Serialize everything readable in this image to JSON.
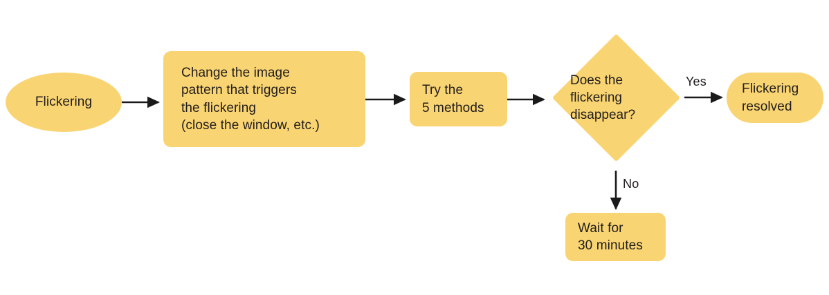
{
  "diagram": {
    "title": "Flickering troubleshooting flowchart",
    "type": "flowchart",
    "background_color": "#FFFFFF",
    "node_fill_color": "#F9D472",
    "text_color": "#201C1C",
    "connector_color": "#1A1A1A",
    "nodes": [
      {
        "id": "start",
        "shape": "ellipse",
        "label": "Flickering"
      },
      {
        "id": "change-pattern",
        "shape": "rounded-rectangle",
        "label": "Change the image\npattern that triggers\nthe flickering\n(close the window, etc.)"
      },
      {
        "id": "try-methods",
        "shape": "rounded-rectangle",
        "label": "Try the\n5 methods"
      },
      {
        "id": "decision",
        "shape": "diamond",
        "label": "Does the\nflickering\ndisappear?"
      },
      {
        "id": "resolved",
        "shape": "stadium",
        "label": "Flickering\nresolved"
      },
      {
        "id": "wait",
        "shape": "rounded-rectangle",
        "label": "Wait for\n30 minutes"
      }
    ],
    "edges": [
      {
        "id": "start-to-change",
        "from": "start",
        "to": "change-pattern",
        "label": "",
        "direction": "right"
      },
      {
        "id": "change-to-try",
        "from": "change-pattern",
        "to": "try-methods",
        "label": "",
        "direction": "right"
      },
      {
        "id": "try-to-decision",
        "from": "try-methods",
        "to": "decision",
        "label": "",
        "direction": "right"
      },
      {
        "id": "decision-to-resolved",
        "from": "decision",
        "to": "resolved",
        "label": "Yes",
        "direction": "right"
      },
      {
        "id": "decision-to-wait",
        "from": "decision",
        "to": "wait",
        "label": "No",
        "direction": "down"
      }
    ]
  }
}
